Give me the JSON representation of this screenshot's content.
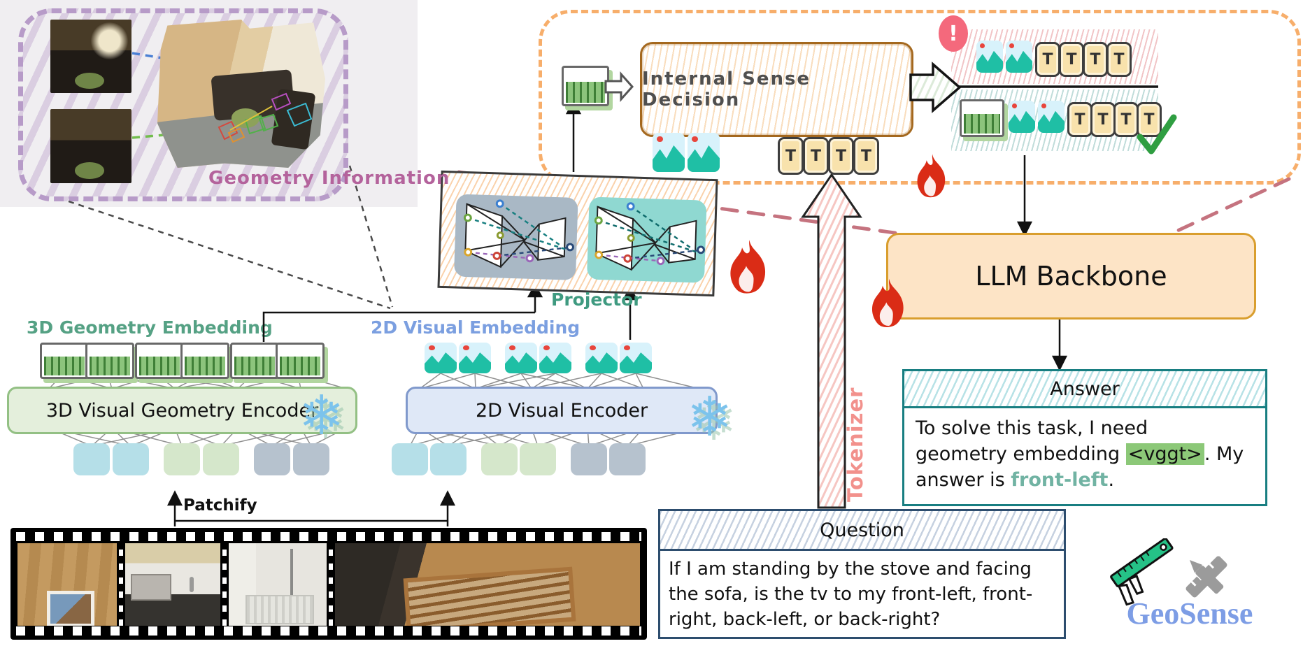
{
  "geometry_panel": {
    "label": "Geometry Information"
  },
  "branch_3d": {
    "embedding_label": "3D Geometry Embedding",
    "encoder_label": "3D Visual Geometry Encoder"
  },
  "branch_2d": {
    "embedding_label": "2D Visual Embedding",
    "encoder_label": "2D Visual Encoder"
  },
  "projector": {
    "label": "Projector"
  },
  "patchify": {
    "label": "Patchify"
  },
  "tokenizer": {
    "label": "Tokenizer"
  },
  "decision": {
    "label": "Internal Sense Decision"
  },
  "alert_badge": {
    "symbol": "!"
  },
  "token": {
    "letter": "T"
  },
  "llm": {
    "label": "LLM Backbone"
  },
  "answer": {
    "title": "Answer",
    "line1": "To solve this task, I need",
    "line2_pre": "geometry embedding ",
    "line2_token": "<vggt>",
    "line2_post": ". My",
    "line3_pre": "answer is ",
    "line3_value": "front-left",
    "line3_post": "."
  },
  "question": {
    "title": "Question",
    "line1": "If I am standing by the stove and facing",
    "line2": "the sofa, is the tv to my front-left, front-",
    "line3": "right, back-left, or back-right?"
  },
  "logo": {
    "text": "GeoSense"
  },
  "icons": {
    "snowflake": "❄",
    "checkmark": "✓"
  },
  "colors": {
    "container_orange": "#f7ae6b",
    "flame_red": "#da2c16",
    "highlight_green": "#8cc878",
    "answer_teal": "#187e81",
    "question_navy": "#2d4d6e",
    "logo_blue": "#7d9de5",
    "tokenizer_pink": "#f2918c",
    "geometry_purple": "#b4639c"
  }
}
